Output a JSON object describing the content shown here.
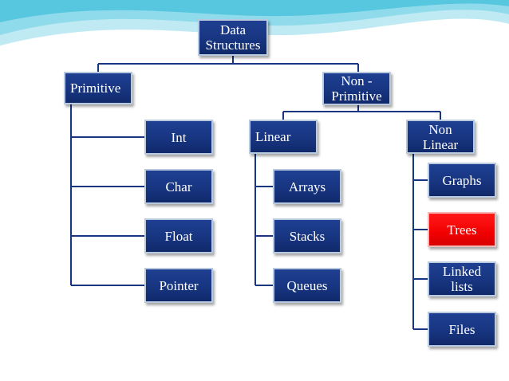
{
  "diagram": {
    "type": "hierarchy",
    "root": "Data Structures",
    "colors": {
      "box": "#173580",
      "box_border": "#b9cadf",
      "highlight": "#f20000",
      "connector": "#173580",
      "wave": "#7fd3e6"
    },
    "nodes": {
      "data_structures": "Data\nStructures",
      "primitive": "Primitive",
      "non_primitive": "Non -\nPrimitive",
      "int": "Int",
      "char": "Char",
      "float": "Float",
      "pointer": "Pointer",
      "linear": "Linear",
      "arrays": "Arrays",
      "stacks": "Stacks",
      "queues": "Queues",
      "non_linear": "Non\nLinear",
      "graphs": "Graphs",
      "trees": "Trees",
      "linked_lists": "Linked\nlists",
      "files": "Files"
    },
    "edges": [
      [
        "data_structures",
        "primitive"
      ],
      [
        "data_structures",
        "non_primitive"
      ],
      [
        "primitive",
        "int"
      ],
      [
        "primitive",
        "char"
      ],
      [
        "primitive",
        "float"
      ],
      [
        "primitive",
        "pointer"
      ],
      [
        "non_primitive",
        "linear"
      ],
      [
        "non_primitive",
        "non_linear"
      ],
      [
        "linear",
        "arrays"
      ],
      [
        "linear",
        "stacks"
      ],
      [
        "linear",
        "queues"
      ],
      [
        "non_linear",
        "graphs"
      ],
      [
        "non_linear",
        "trees"
      ],
      [
        "non_linear",
        "linked_lists"
      ],
      [
        "non_linear",
        "files"
      ]
    ],
    "highlighted": [
      "trees"
    ]
  }
}
